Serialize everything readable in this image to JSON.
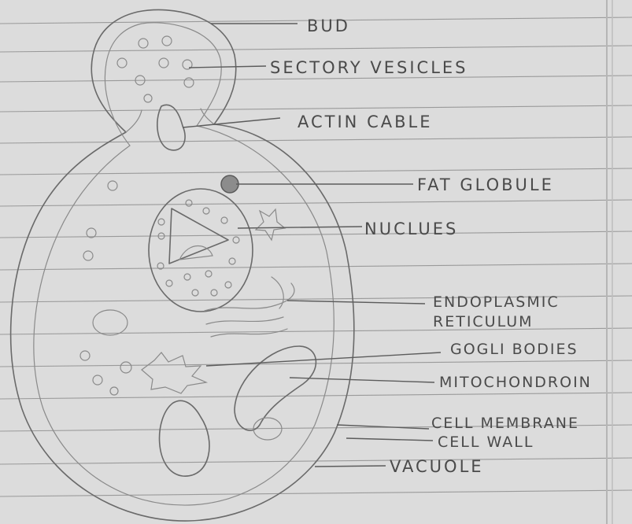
{
  "diagram": {
    "labels": {
      "bud": "BUD",
      "secretory_vesicles": "SECTORY VESICLES",
      "actin_cable": "ACTIN CABLE",
      "fat_globule": "FAT GLOBULE",
      "nucleus": "NUCLUES",
      "endoplasmic_reticulum_1": "ENDOPLASMIC",
      "endoplasmic_reticulum_2": "RETICULUM",
      "golgi_bodies": "GOGLI BODIES",
      "mitochondrion": "MITOCHONDROIN",
      "cell_membrane": "CELL MEMBRANE",
      "cell_wall": "CELL WALL",
      "vacuole": "VACUOLE"
    }
  },
  "colors": {
    "paper": "#dcdcdc",
    "pencil": "#6a6a6a",
    "ruled_line": "#9a9a9a"
  }
}
